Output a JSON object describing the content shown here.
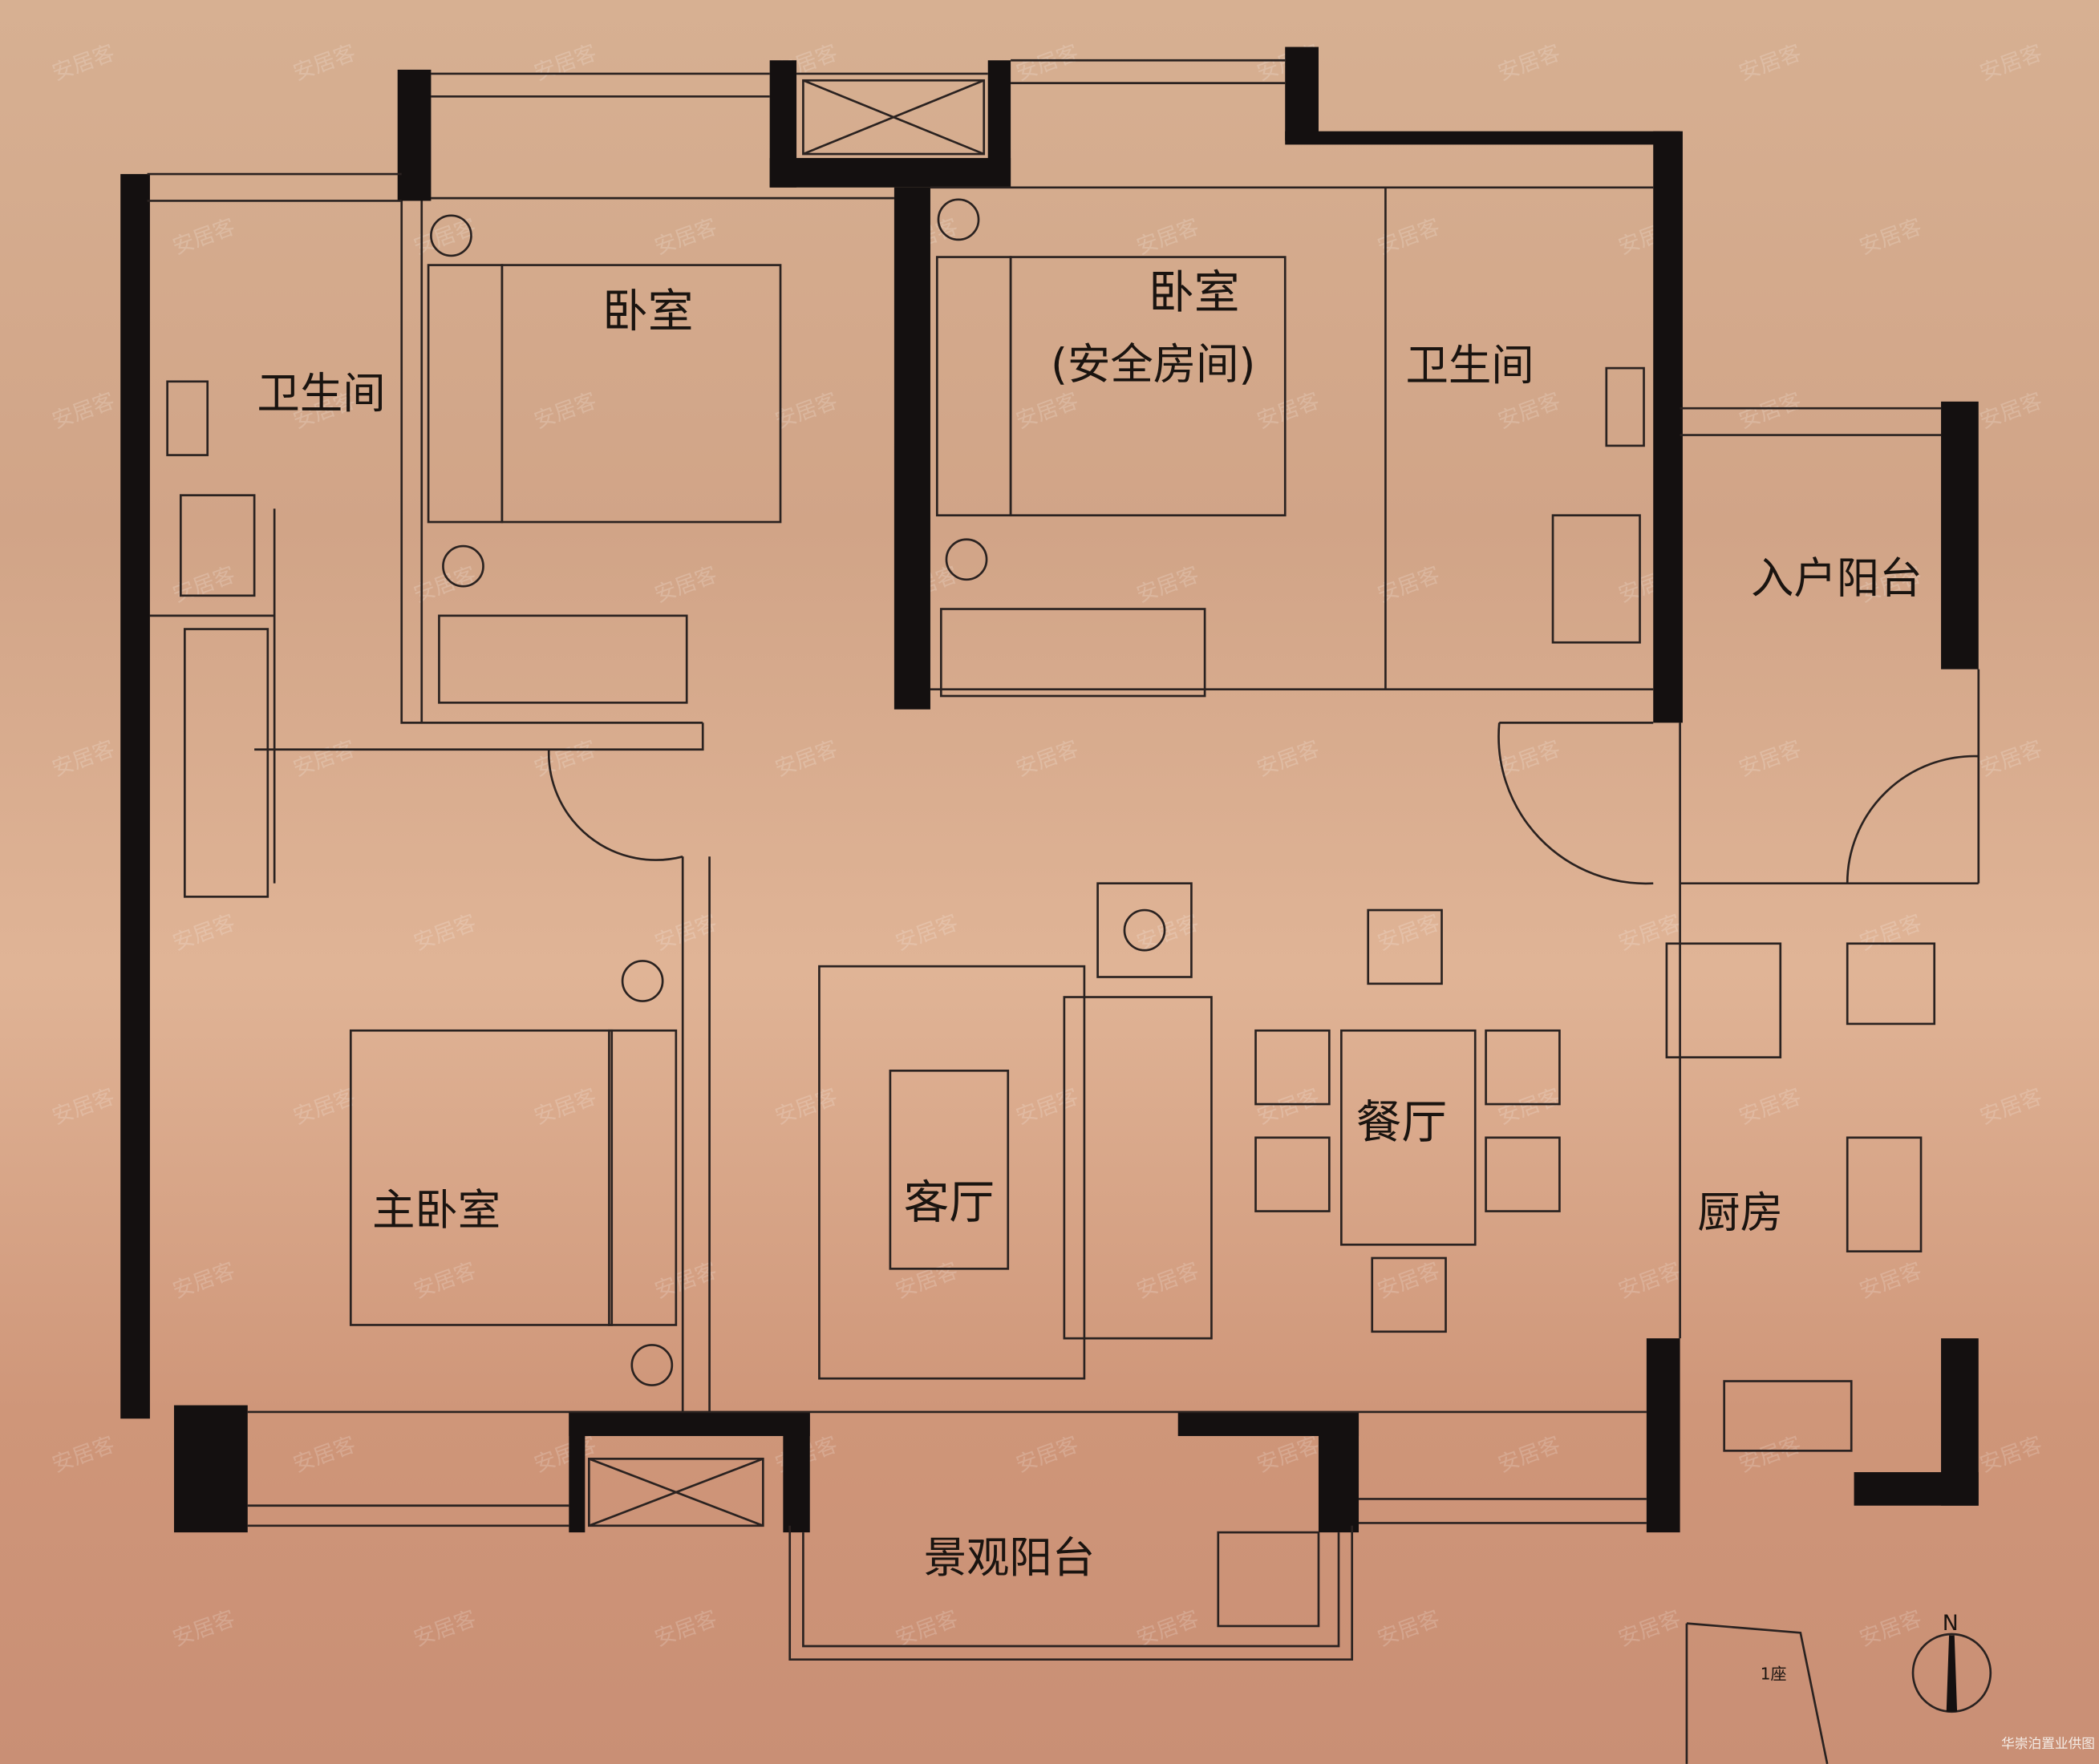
{
  "plan": {
    "rooms": {
      "bedroom_1": "卧室",
      "bedroom_2": "卧室",
      "bedroom_2_note": "(安全房间)",
      "bathroom_1": "卫生间",
      "bathroom_2": "卫生间",
      "entry_balcony": "入户阳台",
      "master_bedroom": "主卧室",
      "living_room": "客厅",
      "dining_room": "餐厅",
      "kitchen": "厨房",
      "view_balcony": "景观阳台"
    },
    "site_plan_label": "1座",
    "north_label": "N"
  },
  "watermark": "安居客",
  "credit": "华崇泊置业供图",
  "colors": {
    "background": "#d7a98b",
    "walls": "#141010"
  }
}
